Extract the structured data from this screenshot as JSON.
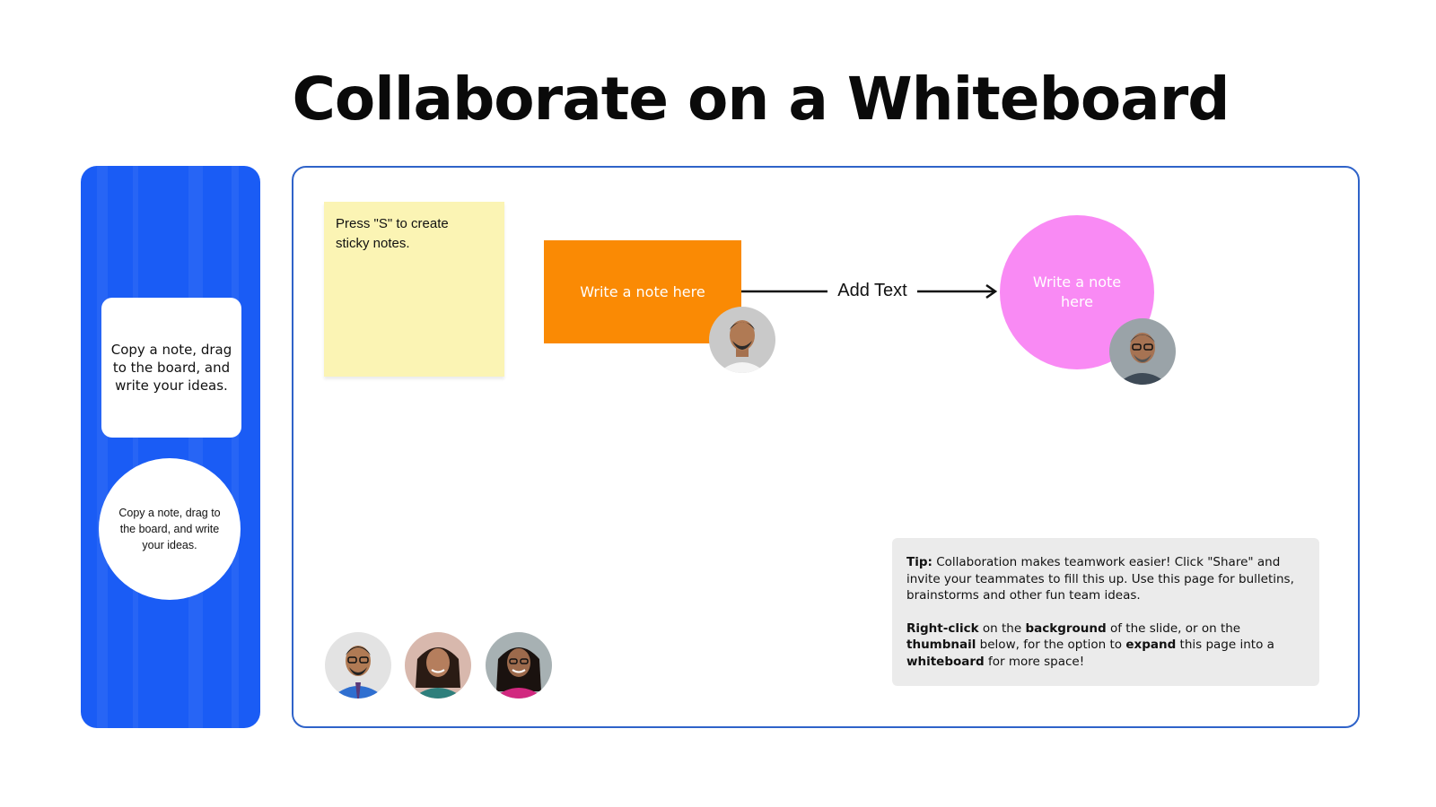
{
  "title": "Collaborate on a Whiteboard",
  "side_panel": {
    "card_text": "Copy a note, drag to the board, and write your ideas.",
    "circle_text": "Copy a note, drag to the board, and write your ideas.",
    "color": "#1a5cf5"
  },
  "board": {
    "sticky_text": "Press \"S\" to create sticky notes.",
    "orange_note": "Write a note here",
    "connector_label": "Add Text",
    "pink_note": "Write a note here",
    "colors": {
      "border": "#2f63c9",
      "sticky": "#fbf4b4",
      "orange": "#fa8a04",
      "pink": "#f98af4"
    }
  },
  "tip": {
    "p1": {
      "lead": "Tip:",
      "text": " Collaboration makes teamwork easier! Click \"Share\" and invite your teammates to fill this up. Use this page for bulletins, brainstorms and other fun team ideas."
    },
    "p2": {
      "b1": "Right-click",
      "t1": " on the ",
      "b2": "background",
      "t2": " of the slide, or on the ",
      "b3": "thumbnail",
      "t3": " below, for the option to ",
      "b4": "expand",
      "t4": " this page into a ",
      "b5": "whiteboard",
      "t5": " for more space!"
    }
  },
  "avatars": [
    "avatar-man-1",
    "avatar-man-2",
    "avatar-man-3",
    "avatar-woman-1",
    "avatar-woman-2"
  ]
}
